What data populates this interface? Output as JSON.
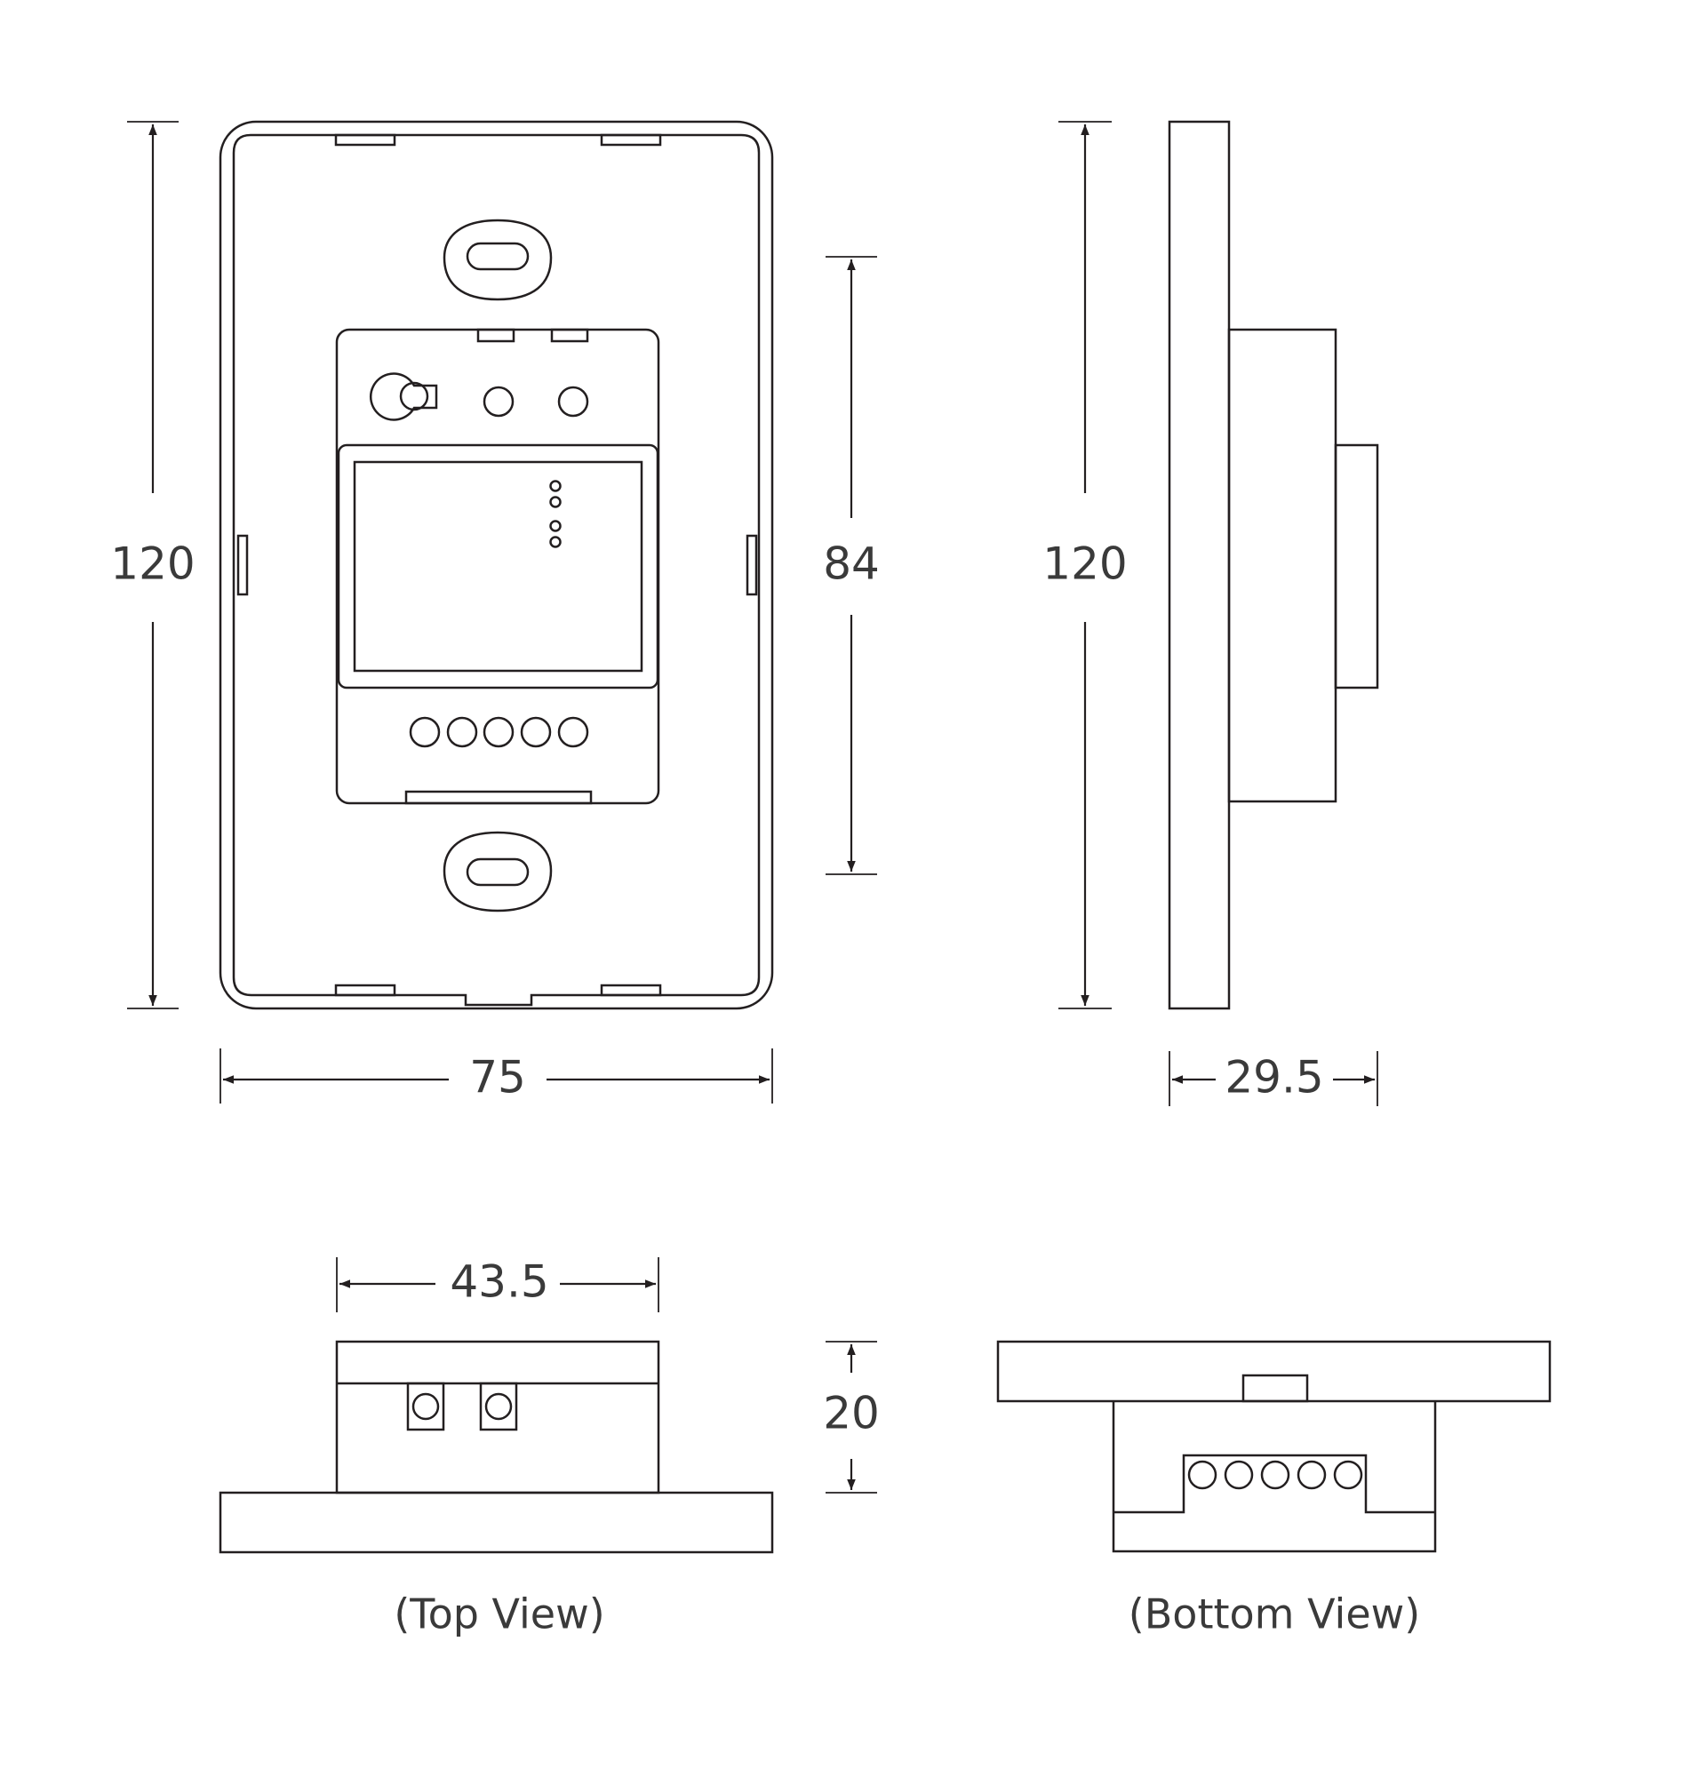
{
  "front_view": {
    "height_label": "120",
    "width_label": "75",
    "module_height_label": "84"
  },
  "side_view": {
    "height_label": "120",
    "depth_label": "29.5"
  },
  "top_view": {
    "width_label": "43.5",
    "height_label": "20",
    "caption": "(Top View)"
  },
  "bottom_view": {
    "caption": "(Bottom View)"
  }
}
